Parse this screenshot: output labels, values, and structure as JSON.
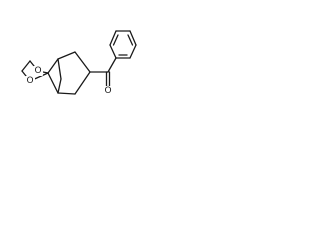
{
  "structure": {
    "atoms": {
      "o_ring_top": "O",
      "o_ring_bottom": "O",
      "o_carbonyl": "O"
    },
    "colors": {
      "bond": "#1a1a1a",
      "label": "#1a1a1a",
      "background": "#ffffff"
    }
  }
}
